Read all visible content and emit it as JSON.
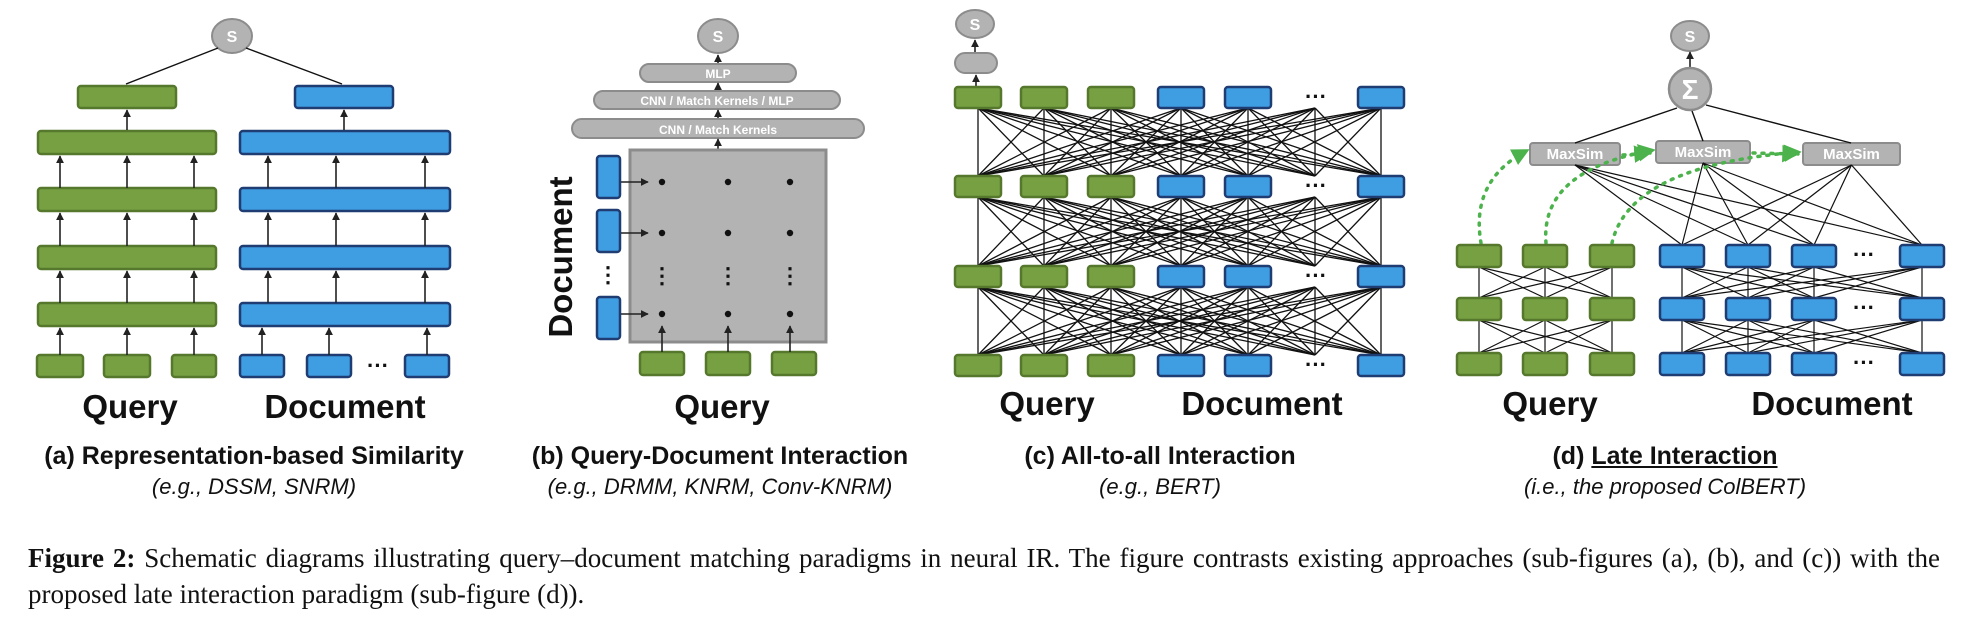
{
  "common": {
    "score_label": "S",
    "query_label": "Query",
    "document_label": "Document",
    "ellipsis": "···",
    "vdots": "⋮"
  },
  "panel_b": {
    "mlp": "MLP",
    "cnn_kernels_mlp": "CNN  /  Match Kernels / MLP",
    "cnn_kernels": "CNN  /  Match Kernels"
  },
  "panel_d": {
    "sum_symbol": "Σ",
    "maxsim": "MaxSim"
  },
  "captions": {
    "a": {
      "title": "(a) Representation-based Similarity",
      "subtitle": "(e.g., DSSM, SNRM)"
    },
    "b": {
      "title": "(b) Query-Document Interaction",
      "subtitle": "(e.g., DRMM, KNRM, Conv-KNRM)"
    },
    "c": {
      "title": "(c) All-to-all Interaction",
      "subtitle": "(e.g., BERT)"
    },
    "d": {
      "prefix": "(d) ",
      "title": "Late Interaction",
      "subtitle": "(i.e., the proposed ColBERT)"
    }
  },
  "figure_caption": {
    "label": "Figure 2:",
    "text": " Schematic diagrams illustrating query–document matching paradigms in neural IR. The figure contrasts existing approaches (sub-figures (a), (b), and (c)) with the proposed late interaction paradigm (sub-figure (d))."
  },
  "colors": {
    "green": "#77a043",
    "green_border": "#56782c",
    "blue": "#3f9de2",
    "blue_border": "#1f3c73",
    "gray": "#b3b3b3",
    "gray_border": "#8c8c8c",
    "dotted": "#4cb24c"
  }
}
